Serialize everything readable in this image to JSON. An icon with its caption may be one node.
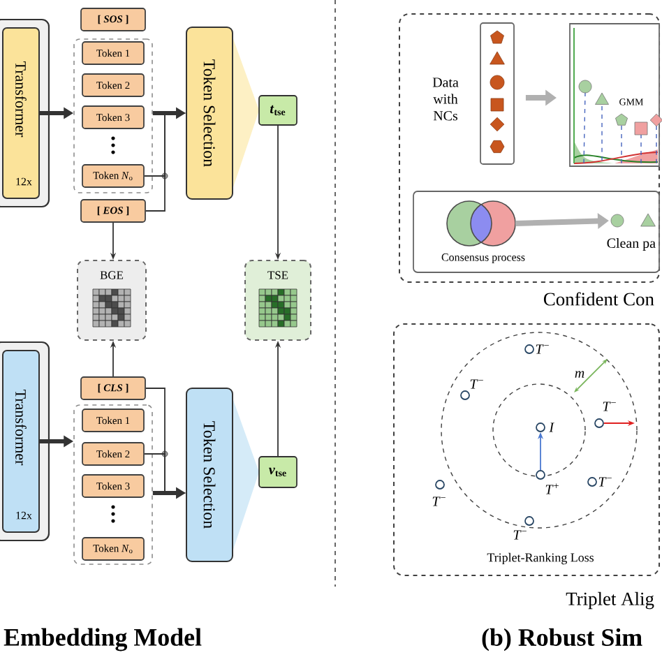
{
  "diagram": {
    "nodes": [
      {
        "text": [
          "Transformer",
          "12x"
        ]
      },
      {
        "text": [
          "[ *SOS* ]"
        ]
      },
      {
        "text": [],
        "shape": "box"
      },
      {
        "text": [
          "Token 1"
        ],
        "in": 2
      },
      {
        "text": [
          "Token 2"
        ],
        "in": 2
      },
      {
        "text": [
          "Token 3"
        ],
        "in": 2
      },
      {
        "text": [
          "Token *N*$_{o}$"
        ],
        "in": 2
      },
      {
        "text": [
          "[ *EOS* ]"
        ]
      },
      {
        "text": [
          "Token Selection"
        ]
      },
      {
        "text": [
          "*t*$_{tse}$"
        ]
      },
      {
        "text": [
          "BGE"
        ]
      },
      {
        "text": [
          "TSE"
        ]
      },
      {
        "text": [
          "Transformer",
          "12x"
        ]
      },
      {
        "text": [
          "[ *CLS* ]"
        ]
      },
      {
        "text": [],
        "shape": "box"
      },
      {
        "text": [
          "Token 1"
        ],
        "in": 14
      },
      {
        "text": [
          "Token 2"
        ],
        "in": 14
      },
      {
        "text": [
          "Token 3"
        ],
        "in": 14
      },
      {
        "text": [
          "Token *N*$_{o}$"
        ],
        "in": 14
      },
      {
        "text": [
          "Token Selection"
        ]
      },
      {
        "text": [
          "*v*$_{tse}$"
        ]
      },
      {
        "text": [
          "Confident Con"
        ]
      },
      {
        "text": [],
        "shape": "box",
        "beside": [
          "Data with NCs"
        ],
        "in": 21
      },
      {
        "text": [
          "GMM"
        ],
        "in": 21
      },
      {
        "text": [],
        "shape": "box",
        "in": 21
      },
      {
        "text": [],
        "shape": "circle",
        "beside": [
          "Consensus process"
        ],
        "in": 24
      },
      {
        "text": [],
        "shape": "circle",
        "beside": [
          "Clean pa"
        ],
        "in": 24
      },
      {
        "text": [
          "Triplet-Ranking Loss",
          "Triplet Alig"
        ]
      },
      {
        "text": [],
        "shape": "circle",
        "beside": [
          "*I*"
        ],
        "in": 27
      },
      {
        "text": [],
        "shape": "circle",
        "beside": [
          "*T*$^{+}$"
        ],
        "in": 27
      },
      {
        "text": [],
        "shape": "circle",
        "beside": [
          "*T*$^{−}$"
        ],
        "in": 27
      },
      {
        "text": [],
        "shape": "circle",
        "beside": [
          "*T*$^{−}$"
        ],
        "in": 27
      },
      {
        "text": [],
        "shape": "circle",
        "beside": [
          "*T*$^{−}$"
        ],
        "in": 27
      },
      {
        "text": [],
        "shape": "circle",
        "beside": [
          "*T*$^{−}$"
        ],
        "in": 27
      },
      {
        "text": [],
        "shape": "circle",
        "beside": [
          "*T*$^{−}$"
        ],
        "in": 27
      },
      {
        "text": [],
        "shape": "circle",
        "beside": [
          "*T*$^{−}$"
        ],
        "in": 27
      }
    ],
    "edges": [
      {
        "from": 0,
        "to": 2,
        "arrow": "to",
        "style": "thick"
      },
      {
        "from": 2,
        "to": 8,
        "arrow": "to",
        "style": "thick"
      },
      {
        "from": 6,
        "to": 8,
        "arrow": "to"
      },
      {
        "from": 7,
        "to": 8,
        "arrow": "to"
      },
      {
        "from": 9,
        "to": 11,
        "arrow": "to"
      },
      {
        "from": 7,
        "to": 10,
        "arrow": "to"
      },
      {
        "from": 12,
        "to": 14,
        "arrow": "to",
        "style": "thick"
      },
      {
        "from": 14,
        "to": 19,
        "arrow": "to",
        "style": "thick"
      },
      {
        "from": 13,
        "to": 19,
        "arrow": "to"
      },
      {
        "from": 16,
        "to": 19,
        "arrow": "to"
      },
      {
        "from": 13,
        "to": 10,
        "arrow": "to"
      },
      {
        "from": 20,
        "to": 11,
        "arrow": "to"
      },
      {
        "from": 22,
        "to": 23,
        "arrow": "to",
        "style": "thick",
        "color": "#b0b0b0"
      },
      {
        "from": 25,
        "to": 26,
        "arrow": "to",
        "style": "thick",
        "color": "#b0b0b0"
      },
      {
        "from": 29,
        "to": 28,
        "arrow": "to",
        "color": "#4a78d0"
      },
      {
        "from": 32,
        "to": null,
        "arrow": "to",
        "color": "#e02020"
      }
    ],
    "labels": [
      "Embedding Model",
      "(b) Robust Sim",
      "m"
    ]
  }
}
